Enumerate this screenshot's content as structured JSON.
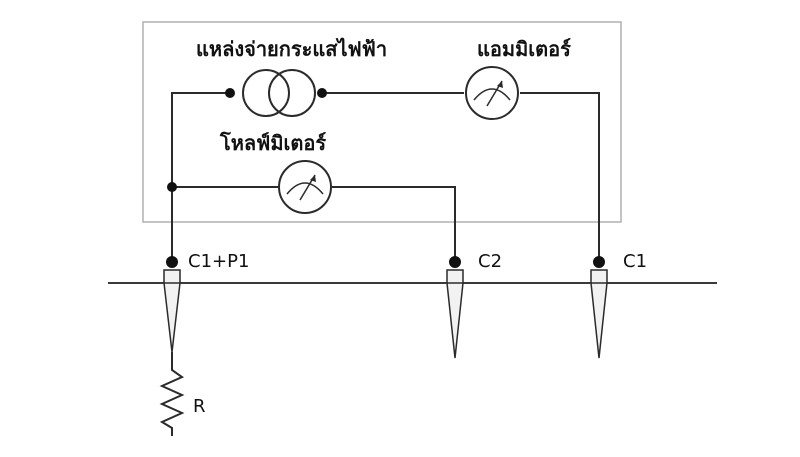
{
  "labels": {
    "power_source": "แหล่งจ่ายกระแสไฟฟ้า",
    "ammeter": "แอมมิเตอร์",
    "voltmeter": "โหลฟ์มิเตอร์",
    "terminal_c1p1": "C1+P1",
    "terminal_c2": "C2",
    "terminal_c1": "C1",
    "resistor": "R"
  },
  "colors": {
    "line": "#2b2b2b",
    "box": "#b0b0b0",
    "ground": "#3a3a3a",
    "node": "#111111"
  },
  "icons": [
    "transformer-icon",
    "ammeter-icon",
    "voltmeter-icon",
    "ground-spike-icon",
    "resistor-icon"
  ]
}
